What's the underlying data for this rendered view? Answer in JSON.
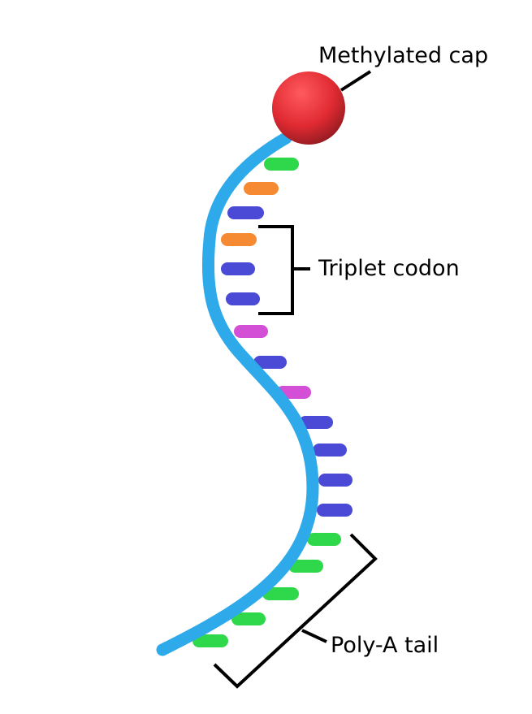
{
  "labels": {
    "cap": "Methylated cap",
    "codon": "Triplet codon",
    "tail": "Poly-A tail"
  },
  "colors": {
    "backbone": "#2eaaea",
    "cap": "#e8343c",
    "green": "#2fd84a",
    "orange": "#f58a33",
    "blue": "#4a4ad6",
    "magenta": "#d24fd6"
  },
  "bases": [
    "green",
    "orange",
    "blue",
    "orange",
    "blue",
    "blue",
    "magenta",
    "blue",
    "magenta",
    "blue",
    "blue",
    "blue",
    "blue",
    "green",
    "green",
    "green",
    "green",
    "green"
  ]
}
